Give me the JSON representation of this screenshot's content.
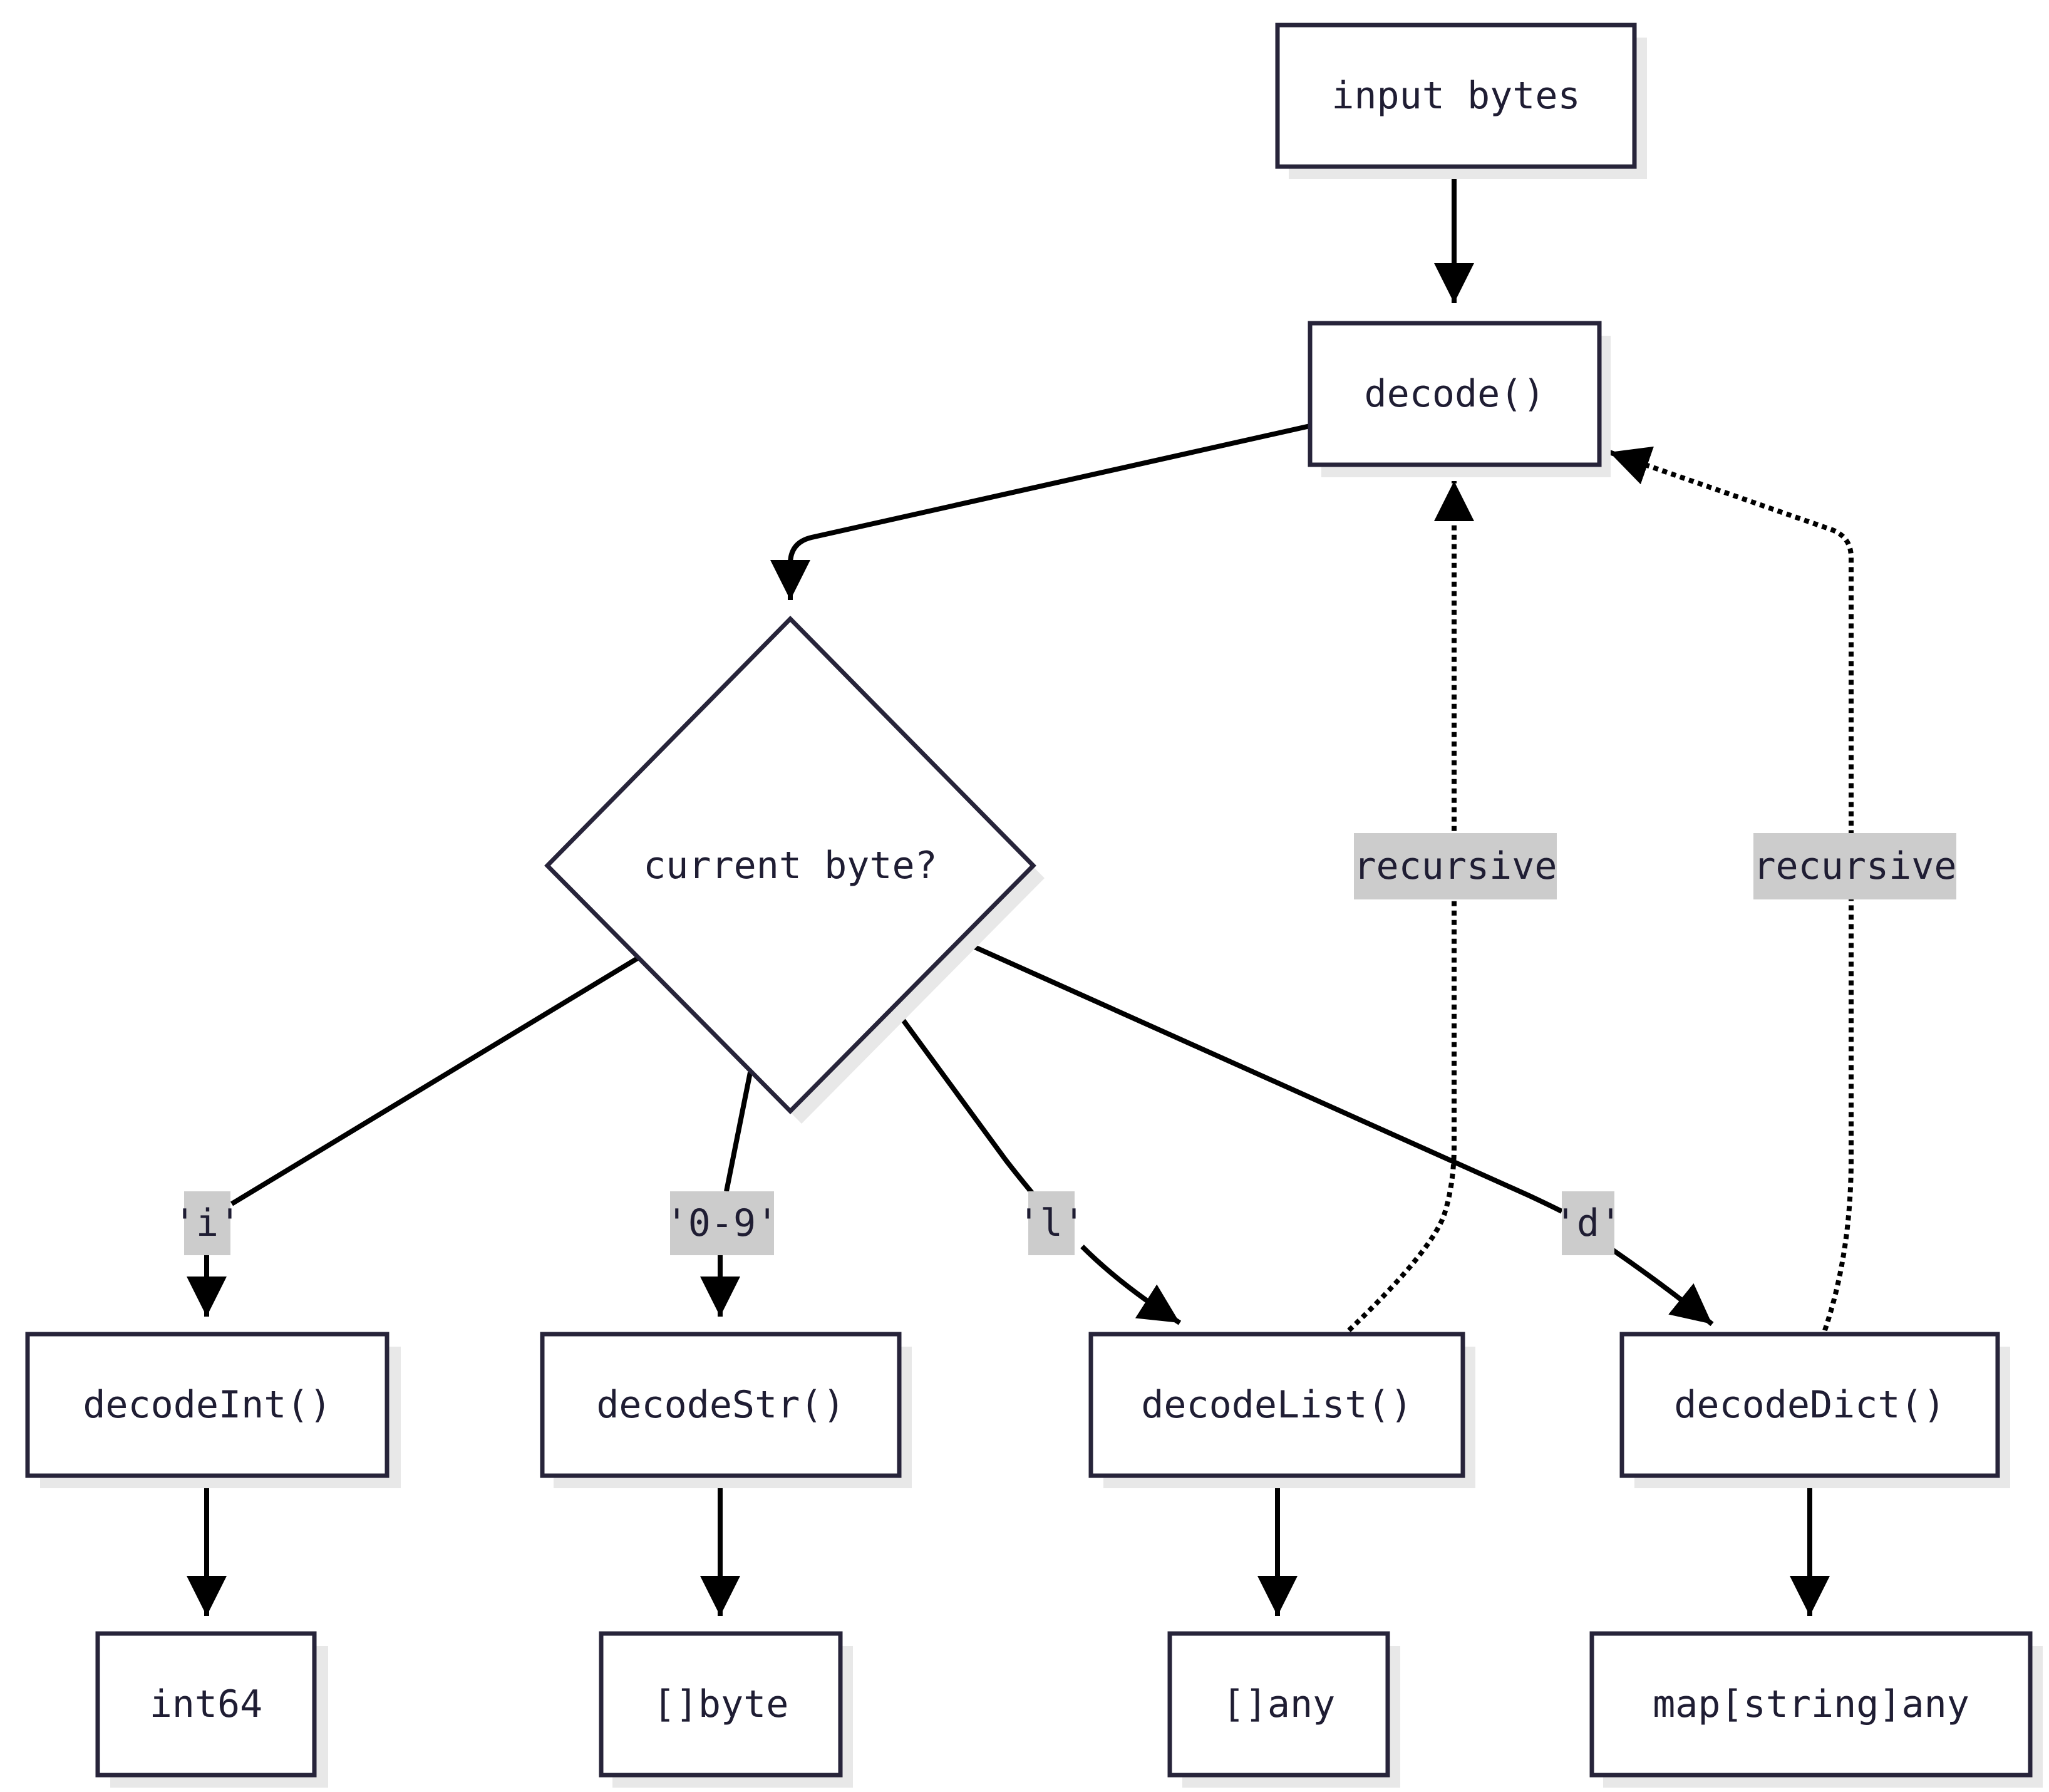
{
  "diagram": {
    "nodes": {
      "input": "input bytes",
      "decode": "decode()",
      "decision": "current byte?",
      "decode_int": "decodeInt()",
      "decode_str": "decodeStr()",
      "decode_list": "decodeList()",
      "decode_dict": "decodeDict()",
      "out_int": "int64",
      "out_str": "[]byte",
      "out_list": "[]any",
      "out_dict": "map[string]any"
    },
    "edge_labels": {
      "int": "'i'",
      "str": "'0-9'",
      "list": "'l'",
      "dict": "'d'",
      "list_recursive": "recursive",
      "dict_recursive": "recursive"
    }
  },
  "colors": {
    "node_border": "#27243a",
    "text": "#1f1d33",
    "edge": "#000000",
    "edge_label_bg": "#cccccc",
    "shadow": "#e8e8e8"
  }
}
